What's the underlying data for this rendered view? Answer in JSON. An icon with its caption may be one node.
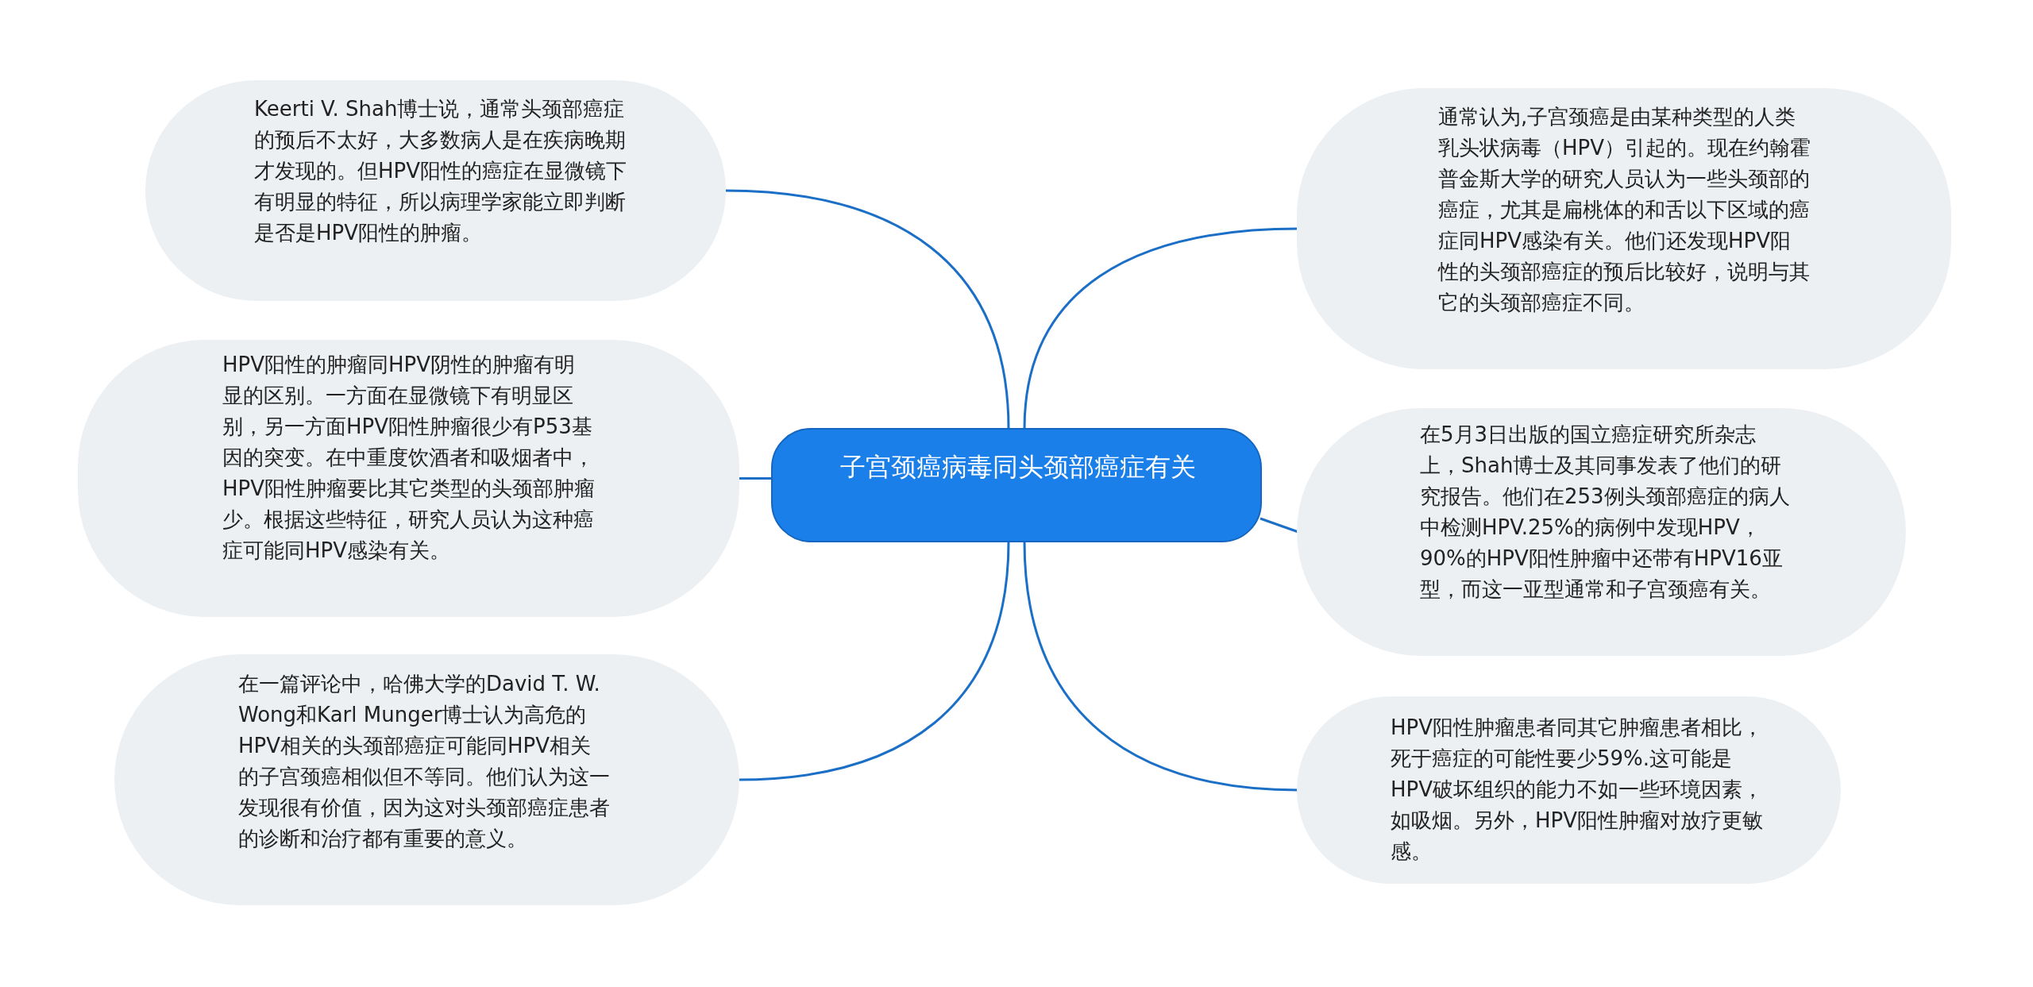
{
  "diagram": {
    "nodes": [
      {
        "text": [
          "子宫颈癌病毒同头颈部癌症有关"
        ]
      },
      {
        "text": [
          "Keerti V. Shah博士说，通常头颈部癌症的预后不太好，大多数病人是在疾病晚期才发现的。但HPV阳性的癌症在显微镜下有明显的特征，所以病理学家能立即判断是否是HPV阳性的肿瘤。"
        ]
      },
      {
        "text": [
          "HPV阳性的肿瘤同HPV阴性的肿瘤有明显的区别。一方面在显微镜下有明显区别，另一方面HPV阳性肿瘤很少有P53基因的突变。在中重度饮酒者和吸烟者中，HPV阳性肿瘤要比其它类型的头颈部肿瘤少。根据这些特征，研究人员认为这种癌症可能同HPV感染有关。"
        ]
      },
      {
        "text": [
          "在一篇评论中，哈佛大学的David T. W. Wong和Karl Munger博士认为高危的HPV相关的头颈部癌症可能同HPV相关的子宫颈癌相似但不等同。他们认为这一发现很有价值，因为这对头颈部癌症患者的诊断和治疗都有重要的意义。"
        ]
      },
      {
        "text": [
          "通常认为,子宫颈癌是由某种类型的人类乳头状病毒（HPV）引起的。现在约翰霍普金斯大学的研究人员认为一些头颈部的癌症，尤其是扁桃体的和舌以下区域的癌症同HPV感染有关。他们还发现HPV阳性的头颈部癌症的预后比较好，说明与其它的头颈部癌症不同。"
        ]
      },
      {
        "text": [
          "在5月3日出版的国立癌症研究所杂志上，Shah博士及其同事发表了他们的研究报告。他们在253例头颈部癌症的病人中检测HPV.25%的病例中发现HPV，90%的HPV阳性肿瘤中还带有HPV16亚型，而这一亚型通常和子宫颈癌有关。"
        ]
      },
      {
        "text": [
          "HPV阳性肿瘤患者同其它肿瘤患者相比，死于癌症的可能性要少59%.这可能是HPV破坏组织的能力不如一些环境因素，如吸烟。另外，HPV阳性肿瘤对放疗更敏感。"
        ]
      }
    ],
    "edges": [
      {
        "from": 0,
        "to": 1,
        "arrow": "none"
      },
      {
        "from": 0,
        "to": 2,
        "arrow": "none"
      },
      {
        "from": 0,
        "to": 3,
        "arrow": "none"
      },
      {
        "from": 0,
        "to": 4,
        "arrow": "none"
      },
      {
        "from": 0,
        "to": 5,
        "arrow": "none"
      },
      {
        "from": 0,
        "to": 6,
        "arrow": "none"
      }
    ]
  }
}
